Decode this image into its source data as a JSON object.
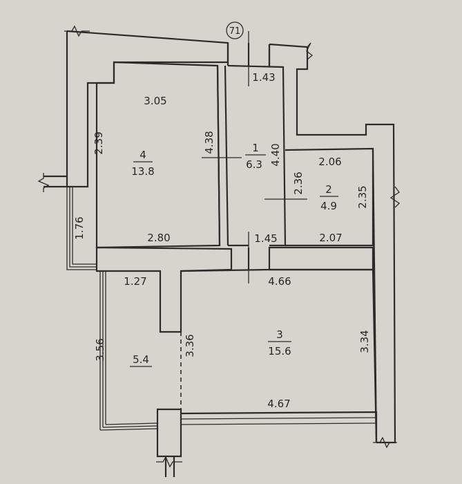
{
  "plan": {
    "building_marker": "71",
    "rooms": [
      {
        "id": "4",
        "number": "4",
        "area": "13.8"
      },
      {
        "id": "1",
        "number": "1",
        "area": "6.3"
      },
      {
        "id": "2",
        "number": "2",
        "area": "4.9"
      },
      {
        "id": "3",
        "number": "3",
        "area": "15.6"
      },
      {
        "id": "5",
        "number": "",
        "area": "5.4"
      }
    ],
    "dimensions": {
      "room4_top": "3.05",
      "room4_left": "2.39",
      "room4_right": "4.38",
      "room4_bottom": "2.80",
      "corridor_left": "1.76",
      "room1_top": "1.43",
      "room1_right": "4.40",
      "room1_bottom": "1.45",
      "room2_top": "2.06",
      "room2_left": "2.36",
      "room2_right": "2.35",
      "room2_bottom": "2.07",
      "room3_top": "4.66",
      "room3_right": "3.34",
      "room3_bottom": "4.67",
      "room3_left": "3.36",
      "room5_top": "1.27",
      "room5_left": "3.56"
    }
  }
}
